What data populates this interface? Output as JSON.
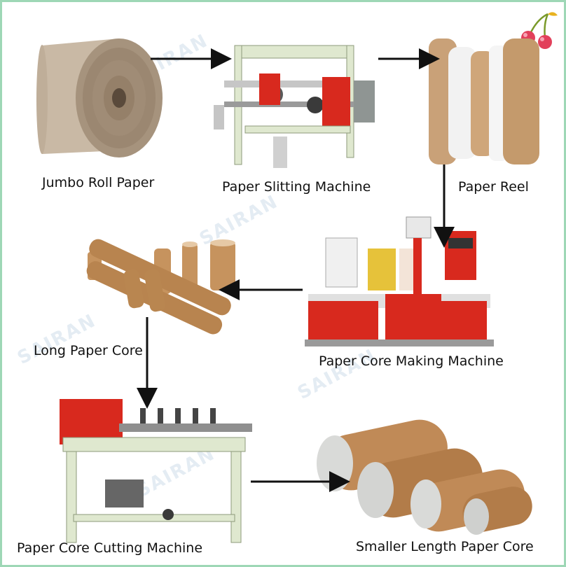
{
  "labels": {
    "jumbo_roll": "Jumbo Roll Paper",
    "slitting_machine": "Paper Slitting Machine",
    "paper_reel": "Paper Reel",
    "core_making_machine": "Paper Core Making Machine",
    "long_core": "Long Paper Core",
    "cutting_machine": "Paper Core Cutting Machine",
    "smaller_core": "Smaller Length Paper Core"
  },
  "watermark": "SAIRAN",
  "colors": {
    "border": "#9ed7b6",
    "kraft": "#b9895c",
    "machine_red": "#d8291e",
    "machine_frame": "#dfe8cf",
    "arrow": "#111111"
  }
}
